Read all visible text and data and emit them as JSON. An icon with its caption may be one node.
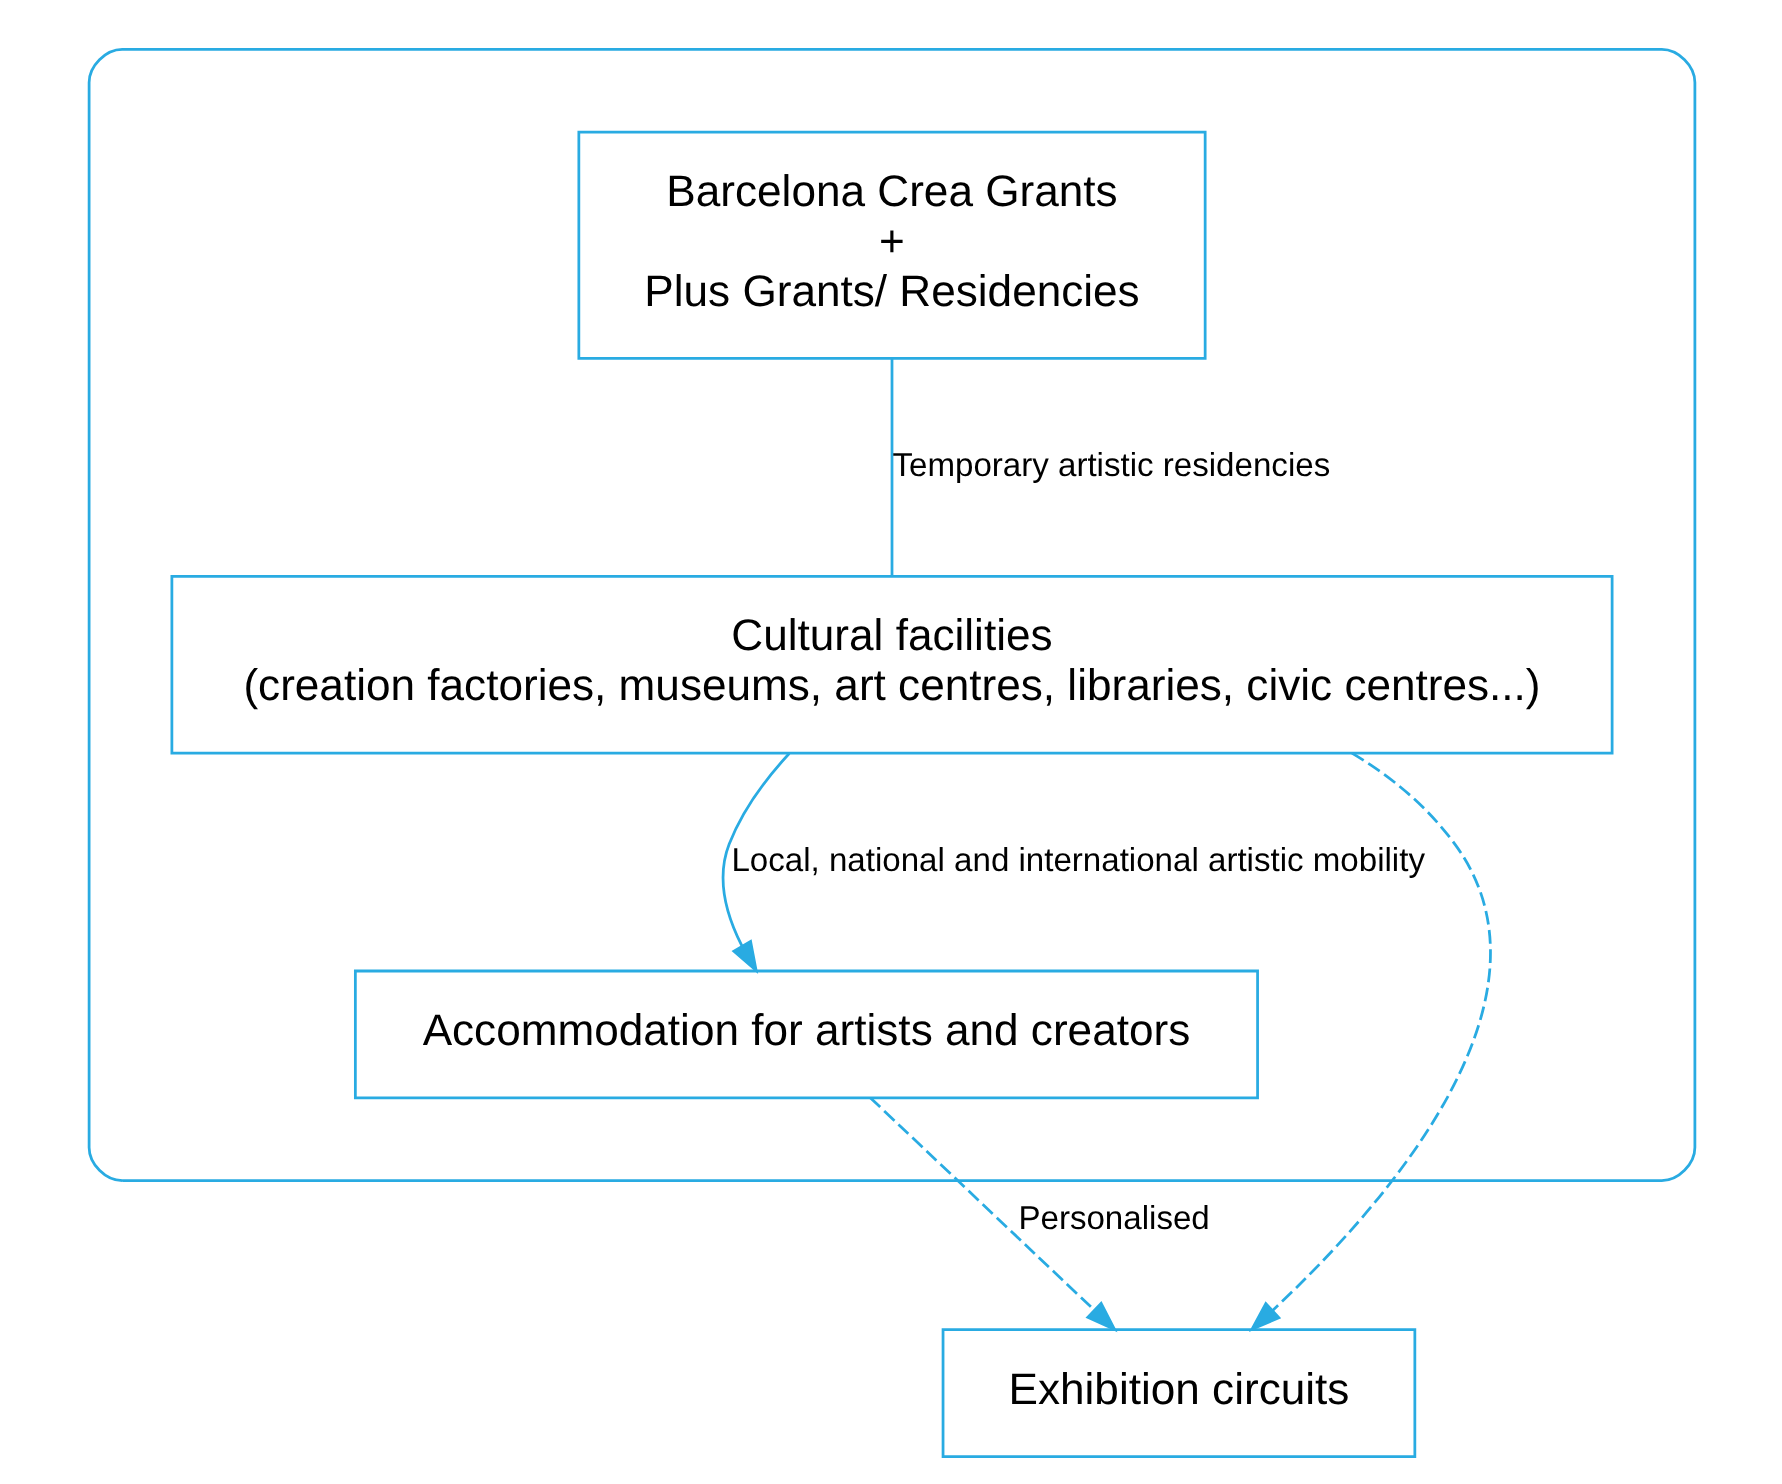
{
  "diagram": {
    "nodes": [
      {
        "text": [],
        "shape": "box"
      },
      {
        "text": [
          "Barcelona Crea Grants",
          "+",
          "Plus Grants/ Residencies"
        ],
        "in": 0
      },
      {
        "text": [
          "Cultural facilities",
          "(creation factories, museums, art centres, libraries, civic centres...)"
        ],
        "in": 0
      },
      {
        "text": [
          "Accommodation for artists and creators"
        ],
        "in": 0
      },
      {
        "text": [
          "Exhibition circuits"
        ]
      }
    ],
    "edges": [
      {
        "from": 1,
        "to": 2,
        "arrow": "none",
        "label": "Temporary artistic residencies"
      },
      {
        "from": 2,
        "to": 3,
        "arrow": "to",
        "label": "Local, national and international artistic mobility"
      },
      {
        "from": 2,
        "to": 4,
        "arrow": "to",
        "style": "dashed"
      },
      {
        "from": 3,
        "to": 4,
        "arrow": "to",
        "style": "dashed",
        "label": "Personalised"
      }
    ]
  }
}
